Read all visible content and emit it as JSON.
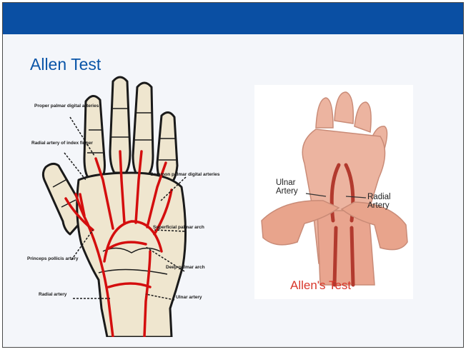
{
  "slide": {
    "title": "Allen Test"
  },
  "left_figure": {
    "labels": {
      "proper_palmar_digital": "Proper palmar digital arteries",
      "radial_artery_index": "Radial artery of index finger",
      "princeps_pollicis": "Princeps pollicis artery",
      "radial_artery": "Radial artery",
      "common_palmar_digital": "Common palmar digital arteries",
      "superficial_palmar_arch": "Superficial palmar arch",
      "deep_palmar_arch": "Deep palmar arch",
      "ulnar_artery": "Ulnar artery"
    }
  },
  "right_figure": {
    "ulnar_label": "Ulnar Artery",
    "radial_label": "Radial Artery",
    "caption": "Allen's Test"
  },
  "colors": {
    "banner": "#0a4fa3",
    "title": "#0a55a8",
    "artery": "#d40e0e",
    "bone": "#efe6cf",
    "skin": "#e9a58f",
    "caption": "#d8362a"
  }
}
